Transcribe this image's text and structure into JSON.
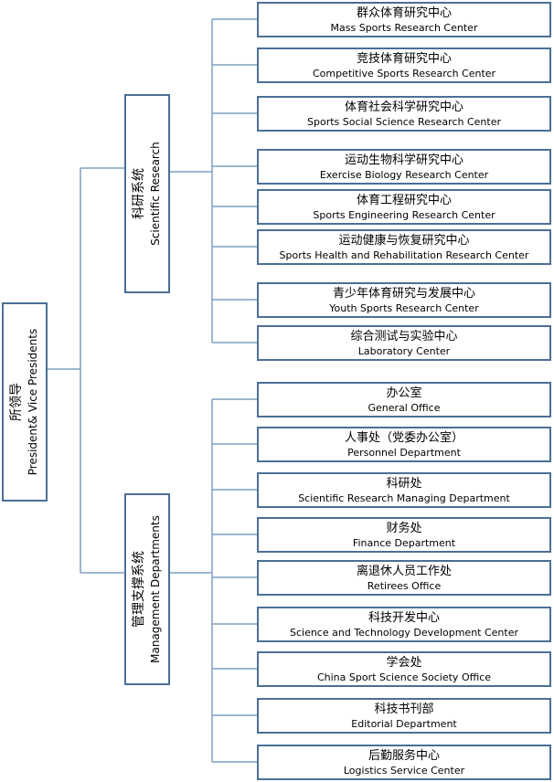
{
  "root": {
    "cn": "所领导",
    "en": "President& Vice Presidents"
  },
  "branches": [
    {
      "cn": "科研系统",
      "en": "Scientific Research",
      "children": [
        {
          "cn": "群众体育研究中心",
          "en": "Mass Sports Research Center"
        },
        {
          "cn": "竞技体育研究中心",
          "en": "Competitive Sports Research Center"
        },
        {
          "cn": "体育社会科学研究中心",
          "en": "Sports Social Science Research Center"
        },
        {
          "cn": "运动生物科学研究中心",
          "en": "Exercise Biology Research Center"
        },
        {
          "cn": "体育工程研究中心",
          "en": "Sports Engineering Research Center"
        },
        {
          "cn": "运动健康与恢复研究中心",
          "en": "Sports Health and Rehabilitation Research Center"
        },
        {
          "cn": "青少年体育研究与发展中心",
          "en": "Youth Sports Research Center"
        },
        {
          "cn": "综合测试与实验中心",
          "en": "Laboratory Center"
        }
      ]
    },
    {
      "cn": "管理支撑系统",
      "en": "Management Departments",
      "children": [
        {
          "cn": "办公室",
          "en": "General Office"
        },
        {
          "cn": "人事处（党委办公室）",
          "en": "Personnel Department"
        },
        {
          "cn": "科研处",
          "en": "Scientific Research Managing Department"
        },
        {
          "cn": "财务处",
          "en": "Finance Department"
        },
        {
          "cn": "离退休人员工作处",
          "en": "Retirees Office"
        },
        {
          "cn": "科技开发中心",
          "en": "Science and Technology Development Center"
        },
        {
          "cn": "学会处",
          "en": "China Sport Science Society Office"
        },
        {
          "cn": "科技书刊部",
          "en": "Editorial Department"
        },
        {
          "cn": "后勤服务中心",
          "en": "Logistics Service Center"
        }
      ]
    }
  ],
  "colors": {
    "border": "#4a6f96",
    "connector": "#7f9fbf"
  }
}
